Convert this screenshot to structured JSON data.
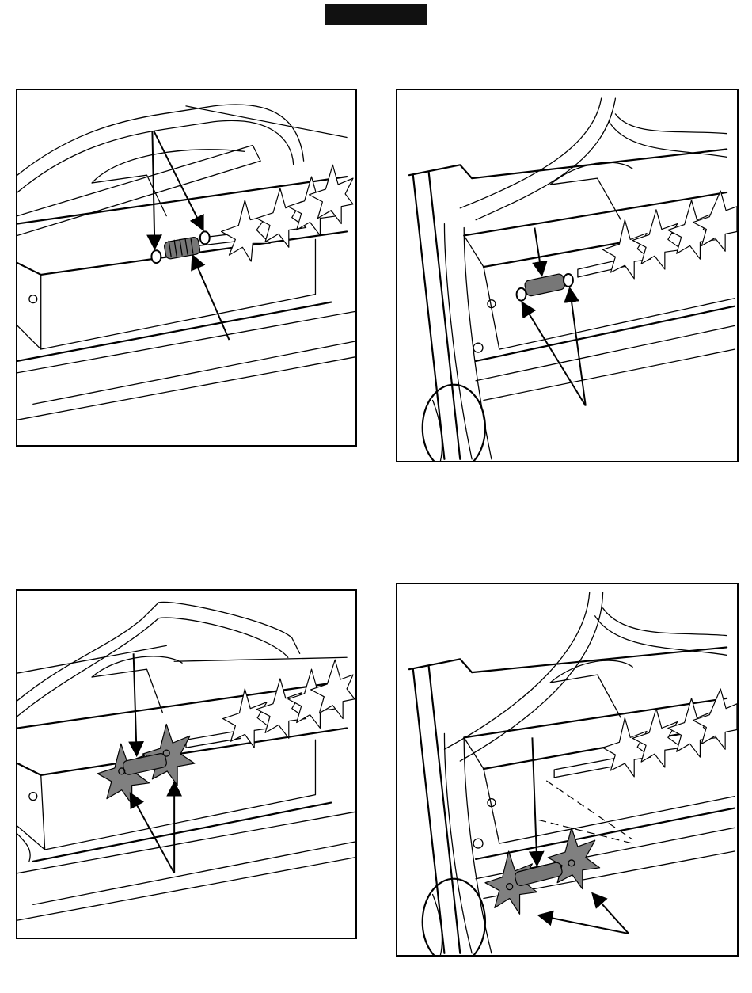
{
  "header": {
    "label": ""
  },
  "figures": [
    {
      "id": 1,
      "caption": ""
    },
    {
      "id": 2,
      "caption": ""
    },
    {
      "id": 3,
      "caption": ""
    },
    {
      "id": 4,
      "caption": ""
    }
  ]
}
